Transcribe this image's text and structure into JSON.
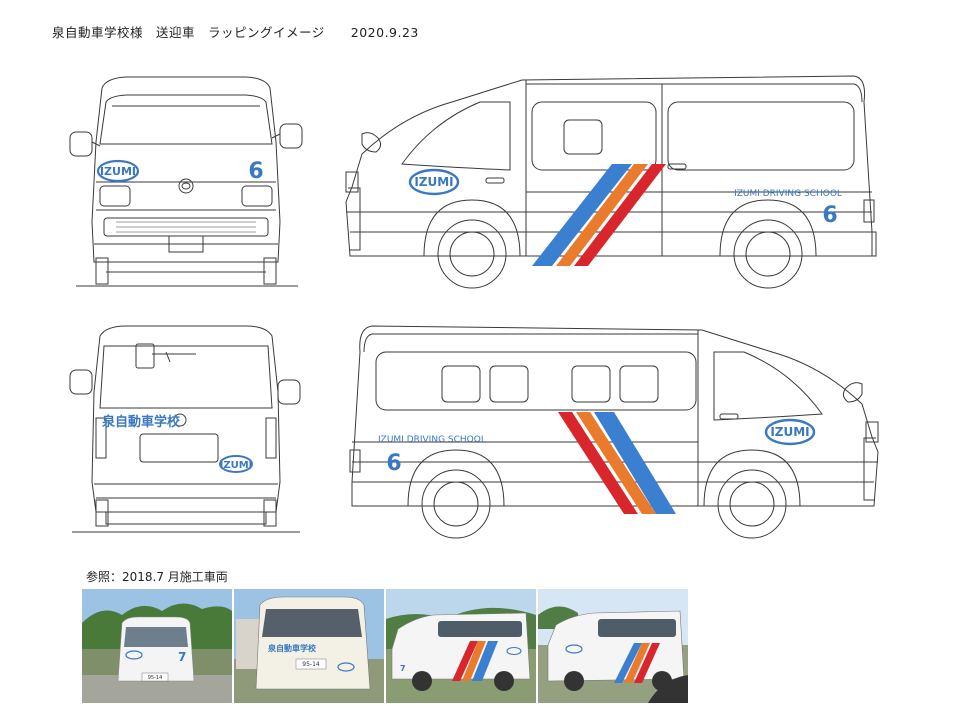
{
  "header": {
    "title": "泉自動車学校様　送迎車　ラッピングイメージ",
    "date": "2020.9.23"
  },
  "branding": {
    "logo_text": "IZUMI",
    "school_name_en": "IZUMI DRIVING SCHOOL",
    "school_name_jp": "泉自動車学校",
    "car_number": "6",
    "photo_car_number": "7"
  },
  "colors": {
    "brand_blue": "#3a78c2",
    "stripe_blue": "#3b7fd0",
    "stripe_orange": "#ea7a2c",
    "stripe_red": "#d9262c",
    "line": "#3a3a3a"
  },
  "reference": {
    "label": "参照：2018.7 月施工車両",
    "photos": [
      {
        "view": "front",
        "plate": "95-14"
      },
      {
        "view": "rear",
        "plate": "95-14"
      },
      {
        "view": "left-side"
      },
      {
        "view": "right-side"
      }
    ]
  }
}
